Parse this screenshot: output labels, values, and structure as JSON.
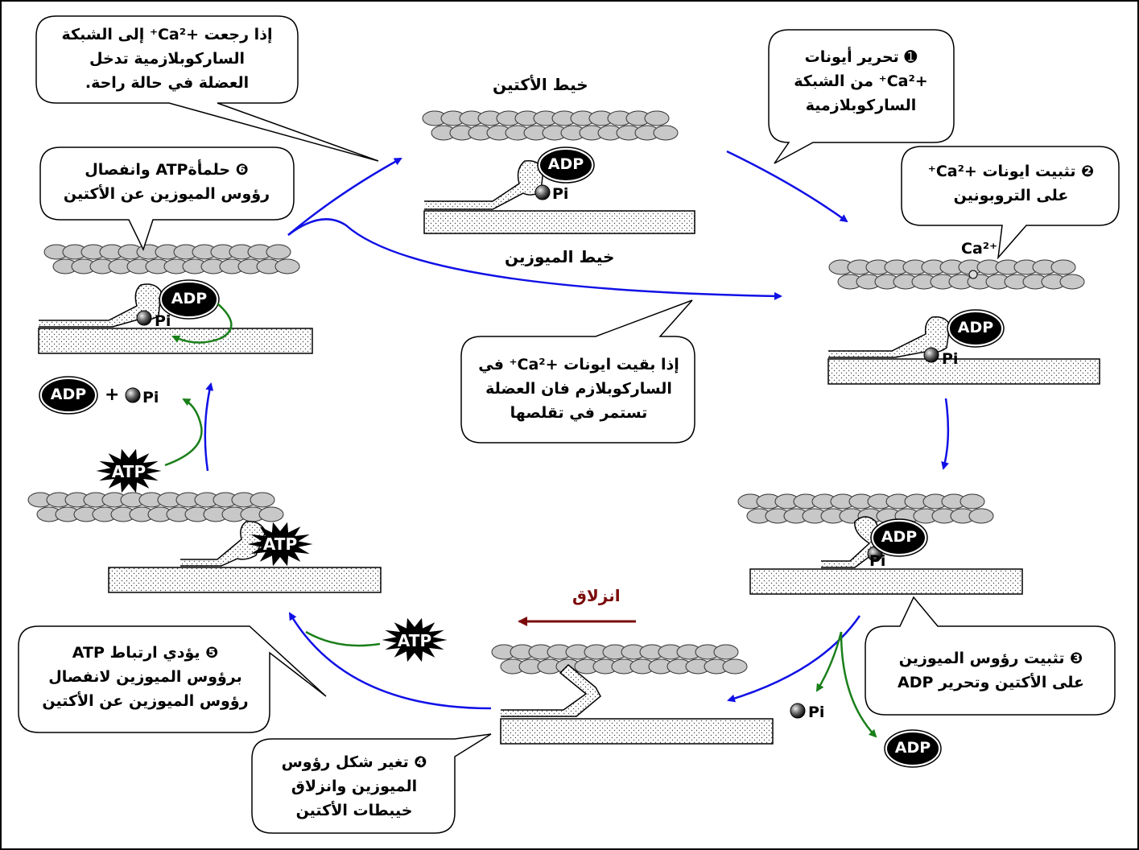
{
  "callouts": {
    "c_return": {
      "lines": [
        "إذا رجعت +Ca²⁺ إلى الشبكة",
        "الساركوبلازمية تدخل",
        "العضلة في حالة راحة."
      ]
    },
    "c_step1": {
      "lines": [
        "➊ تحرير أيونات",
        "+Ca²⁺ من الشبكة",
        "الساركوبلازمية"
      ]
    },
    "c_step6": {
      "lines": [
        "❻ حلمأةATP وانفصال",
        "رؤوس الميوزين عن الأكتين"
      ]
    },
    "c_step2": {
      "lines": [
        "❷ تثبيت ايونات +Ca²⁺",
        "على التروبونين"
      ]
    },
    "c_remain": {
      "lines": [
        "إذا بقيت ايونات +Ca²⁺ في",
        "الساركوبلازم فان العضلة",
        "تستمر في تقلصها"
      ]
    },
    "c_step5": {
      "lines": [
        "❺ يؤدي ارتباط ATP",
        "برؤوس الميوزين لانفصال",
        "رؤوس الميوزين عن الأكتين"
      ]
    },
    "c_step3": {
      "lines": [
        "❸ تثبيت رؤوس الميوزين",
        "على الأكتين وتحرير ADP"
      ]
    },
    "c_step4": {
      "lines": [
        "❹ تغير شكل رؤوس",
        "الميوزين وانزلاق",
        "خيبطات الأكتين"
      ]
    }
  },
  "labels": {
    "actin": "خيط الأكتين",
    "myosin": "خيط الميوزين",
    "sliding": "انزلاق",
    "ca": "Ca²⁺",
    "adp": "ADP",
    "pi": "Pi",
    "atp": "ATP",
    "plus": "+"
  },
  "colors": {
    "cycle_arrow": "#1010e6",
    "hydrolysis_arrow": "#1a7f1a",
    "sliding_arrow": "#7b0a0a",
    "actin_fill": "#c8c8c8",
    "badge_fill": "#000000"
  }
}
